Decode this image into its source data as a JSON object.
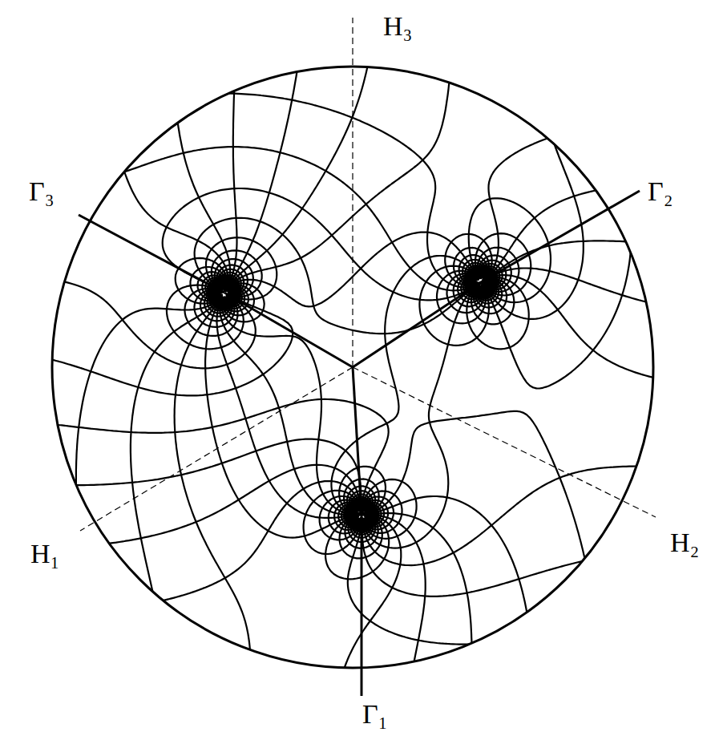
{
  "diagram": {
    "labels": [
      "H₃",
      "Γ₃",
      "Γ₂",
      "H₁",
      "H₂",
      "Γ₁"
    ]
  }
}
